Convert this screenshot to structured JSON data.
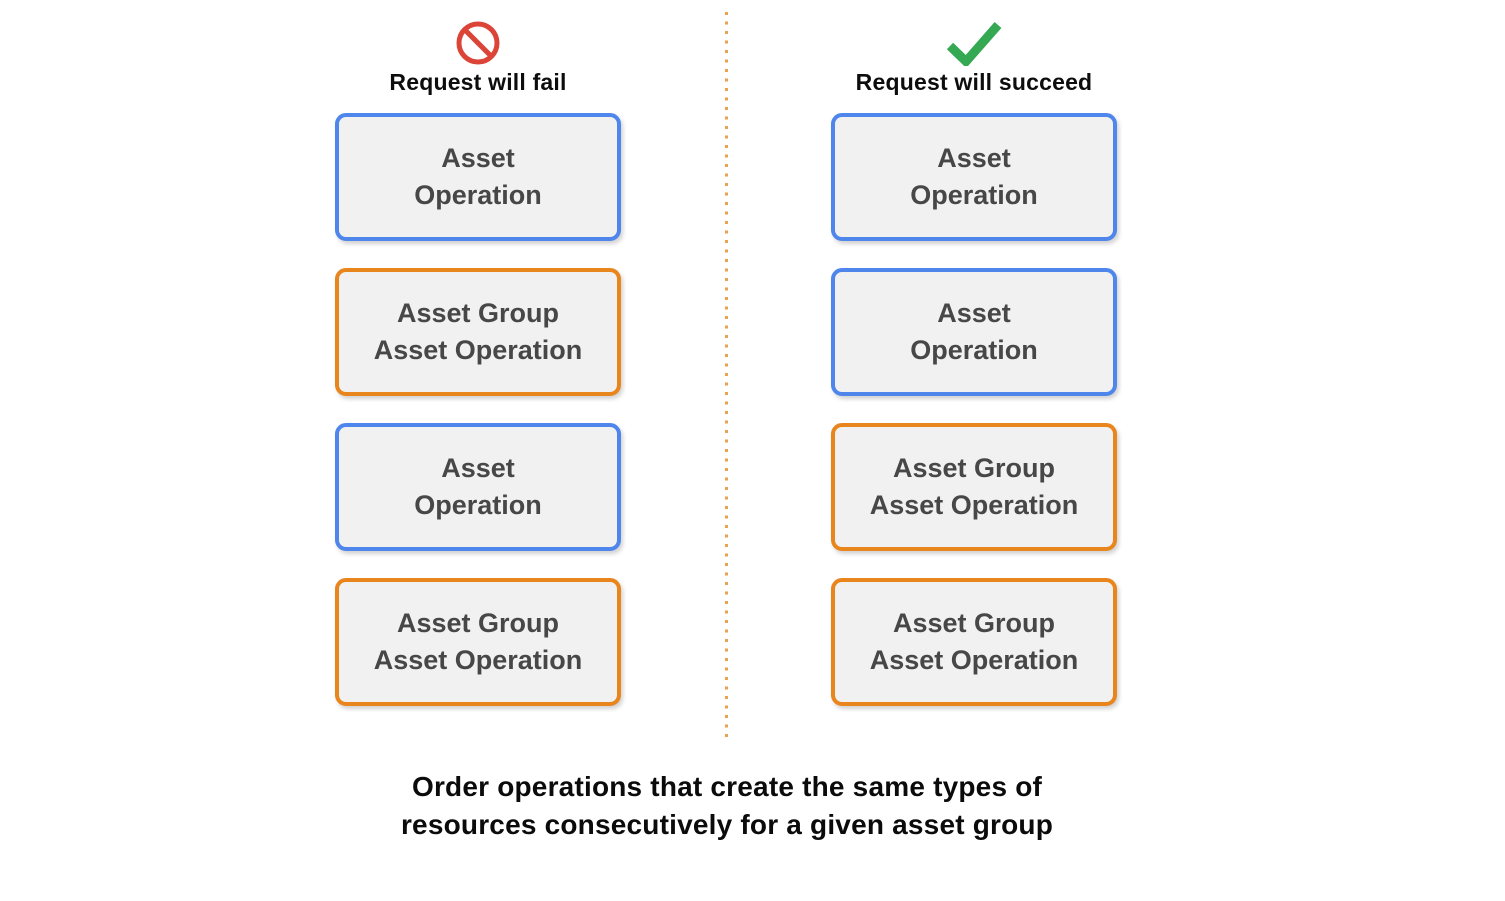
{
  "columns": [
    {
      "icon": "prohibited-icon",
      "title": "Request will fail",
      "boxes": [
        {
          "type": "blue",
          "lines": [
            "Asset",
            "Operation"
          ]
        },
        {
          "type": "orange",
          "lines": [
            "Asset Group",
            "Asset Operation"
          ]
        },
        {
          "type": "blue",
          "lines": [
            "Asset",
            "Operation"
          ]
        },
        {
          "type": "orange",
          "lines": [
            "Asset Group",
            "Asset Operation"
          ]
        }
      ]
    },
    {
      "icon": "check-icon",
      "title": "Request will succeed",
      "boxes": [
        {
          "type": "blue",
          "lines": [
            "Asset",
            "Operation"
          ]
        },
        {
          "type": "blue",
          "lines": [
            "Asset",
            "Operation"
          ]
        },
        {
          "type": "orange",
          "lines": [
            "Asset Group",
            "Asset Operation"
          ]
        },
        {
          "type": "orange",
          "lines": [
            "Asset Group",
            "Asset Operation"
          ]
        }
      ]
    }
  ],
  "caption": {
    "line1": "Order operations that create the same types of",
    "line2": "resources consecutively for a given asset group"
  },
  "colors": {
    "blue_border": "#4e86ec",
    "orange_border": "#e8861d",
    "box_fill": "#f1f1f1",
    "box_text": "#474747",
    "fail_icon_red": "#db4437",
    "success_icon_green": "#34a853",
    "divider_orange": "#eba24f",
    "heading_text": "#0d0d0d"
  }
}
